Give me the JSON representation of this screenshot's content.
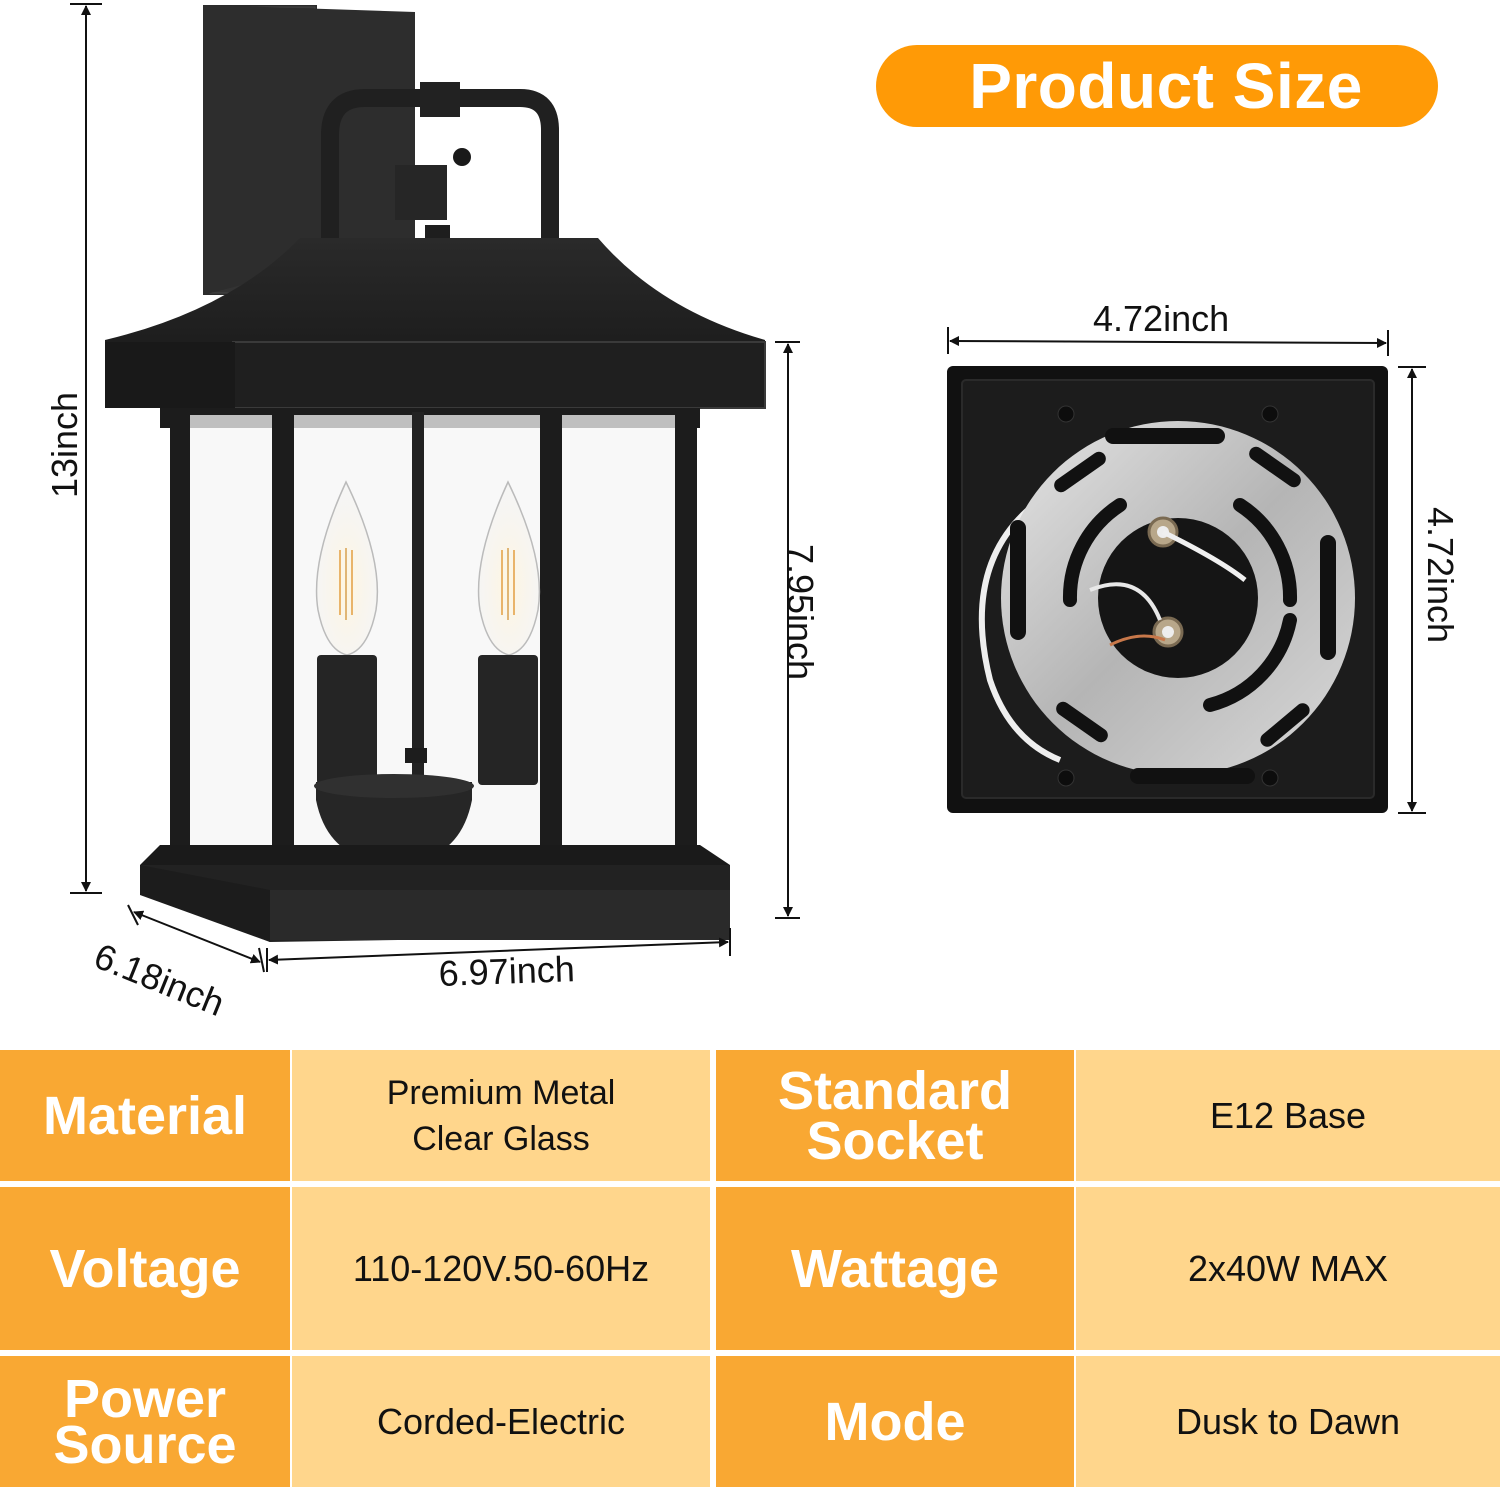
{
  "header": {
    "title": "Product Size"
  },
  "colors": {
    "title_pill": "#FF9A06",
    "label_cell": "#F9A833",
    "value_cell": "#FFD68C",
    "lamp_black": "#1e1e1e",
    "plate_silver": "#c9c9c9"
  },
  "dimensions": {
    "lamp_height": "13inch",
    "lantern_height": "7.95inch",
    "lantern_width": "6.97inch",
    "lantern_depth": "6.18inch",
    "backplate_width": "4.72inch",
    "backplate_height": "4.72inch"
  },
  "images": {
    "lamp": "wall-lantern-two-candle-bulbs",
    "backplate": "square-backplate-with-mounting-bracket"
  },
  "specs": {
    "rows": [
      [
        {
          "label": "Material",
          "value": "Premium Metal\nClear Glass"
        },
        {
          "label": "Standard\nSocket",
          "value": "E12 Base"
        }
      ],
      [
        {
          "label": "Voltage",
          "value": "110-120V.50-60Hz"
        },
        {
          "label": "Wattage",
          "value": "2x40W MAX"
        }
      ],
      [
        {
          "label": "Power\nSource",
          "value": "Corded-Electric"
        },
        {
          "label": "Mode",
          "value": "Dusk to Dawn"
        }
      ]
    ]
  }
}
